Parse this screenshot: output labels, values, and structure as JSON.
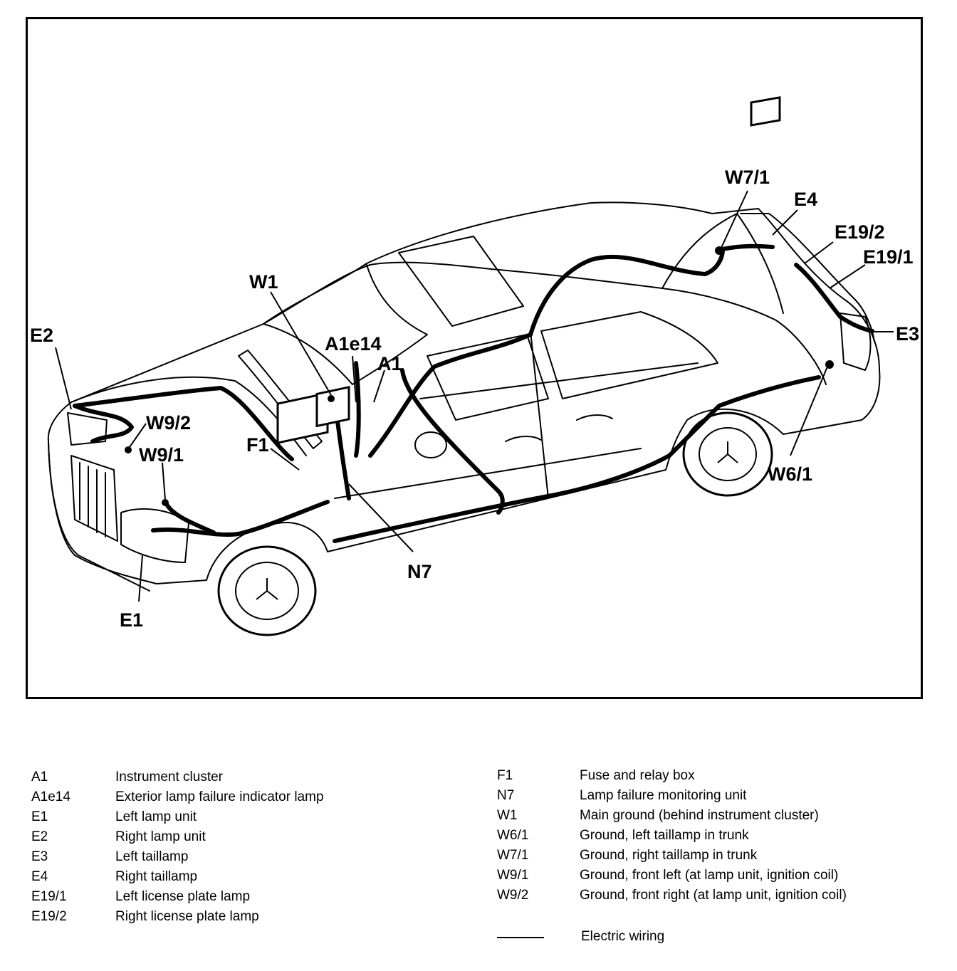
{
  "callouts": {
    "W7_1": "W7/1",
    "E4": "E4",
    "E19_2": "E19/2",
    "E19_1": "E19/1",
    "E3": "E3",
    "W1": "W1",
    "A1e14": "A1e14",
    "A1": "A1",
    "E2": "E2",
    "W9_2": "W9/2",
    "W9_1": "W9/1",
    "F1": "F1",
    "W6_1": "W6/1",
    "N7": "N7",
    "E1": "E1"
  },
  "legend": {
    "left": [
      {
        "code": "A1",
        "desc": "Instrument cluster"
      },
      {
        "code": "A1e14",
        "desc": "Exterior lamp failure indicator lamp"
      },
      {
        "code": "E1",
        "desc": "Left lamp unit"
      },
      {
        "code": "E2",
        "desc": "Right lamp unit"
      },
      {
        "code": "E3",
        "desc": "Left taillamp"
      },
      {
        "code": "E4",
        "desc": "Right taillamp"
      },
      {
        "code": "E19/1",
        "desc": "Left license plate lamp"
      },
      {
        "code": "E19/2",
        "desc": "Right license plate lamp"
      }
    ],
    "right": [
      {
        "code": "F1",
        "desc": "Fuse and relay box"
      },
      {
        "code": "N7",
        "desc": "Lamp failure monitoring unit"
      },
      {
        "code": "W1",
        "desc": "Main ground (behind instrument cluster)"
      },
      {
        "code": "W6/1",
        "desc": "Ground, left taillamp in trunk"
      },
      {
        "code": "W7/1",
        "desc": "Ground, right taillamp in trunk"
      },
      {
        "code": "W9/1",
        "desc": "Ground, front left (at lamp unit, ignition coil)"
      },
      {
        "code": "W9/2",
        "desc": "Ground, front right (at lamp unit, ignition coil)"
      }
    ]
  },
  "wiring_key": {
    "label": "Electric wiring"
  }
}
